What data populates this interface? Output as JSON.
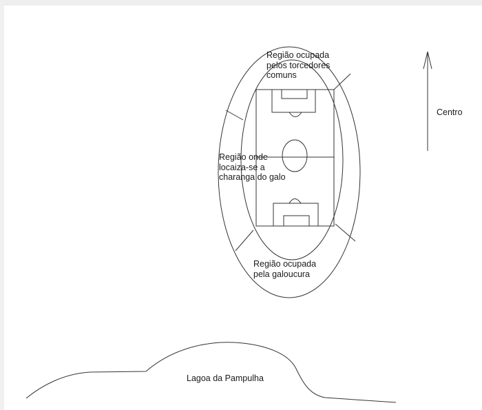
{
  "labels": {
    "torcedores_comuns": "Região ocupada\npelos torcedores\ncomuns",
    "charanga": "Região onde\nlocaiza-se a\ncharanga do galo",
    "galoucura": "Região ocupada\npela galoucura",
    "centro": "Centro",
    "lagoa": "Lagoa da Pampulha"
  },
  "colors": {
    "stroke": "#333333",
    "text": "#1a1a1a",
    "frame": "#eeeeee"
  }
}
